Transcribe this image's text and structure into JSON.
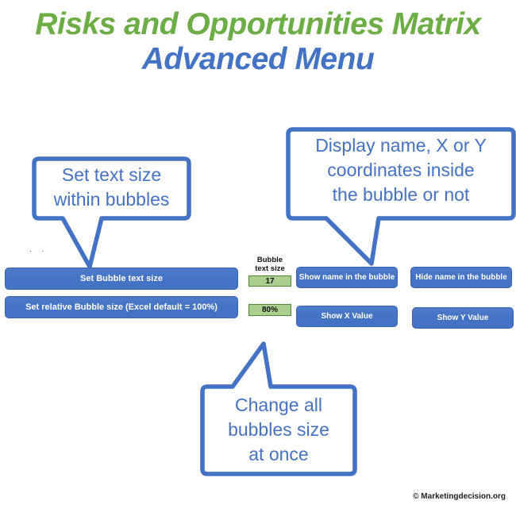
{
  "title": {
    "line1": "Risks and Opportunities Matrix",
    "line2": "Advanced Menu"
  },
  "colors": {
    "title_green": "#6cad45",
    "accent_blue": "#4472c4",
    "field_green_fill": "#a9d08e",
    "field_green_border": "#548235"
  },
  "callouts": {
    "text_size": {
      "text": "Set text size\nwithin bubbles"
    },
    "display_name": {
      "text": "Display name, X or Y\ncoordinates inside\nthe bubble or not"
    },
    "bubble_size": {
      "text": "Change all\nbubbles size\nat once"
    }
  },
  "buttons": {
    "set_text_size": "Set Bubble text size",
    "set_relative_size": "Set relative Bubble size (Excel default = 100%)",
    "show_name": "Show name in the bubble",
    "hide_name": "Hide name in the bubble",
    "show_x": "Show X Value",
    "show_y": "Show Y Value"
  },
  "fields": {
    "label": "Bubble\ntext size",
    "text_size_value": "17",
    "relative_size_value": "80%"
  },
  "artifacts": {
    "dots": ". ."
  },
  "footer": {
    "copyright": "© Marketingdecision.org"
  }
}
